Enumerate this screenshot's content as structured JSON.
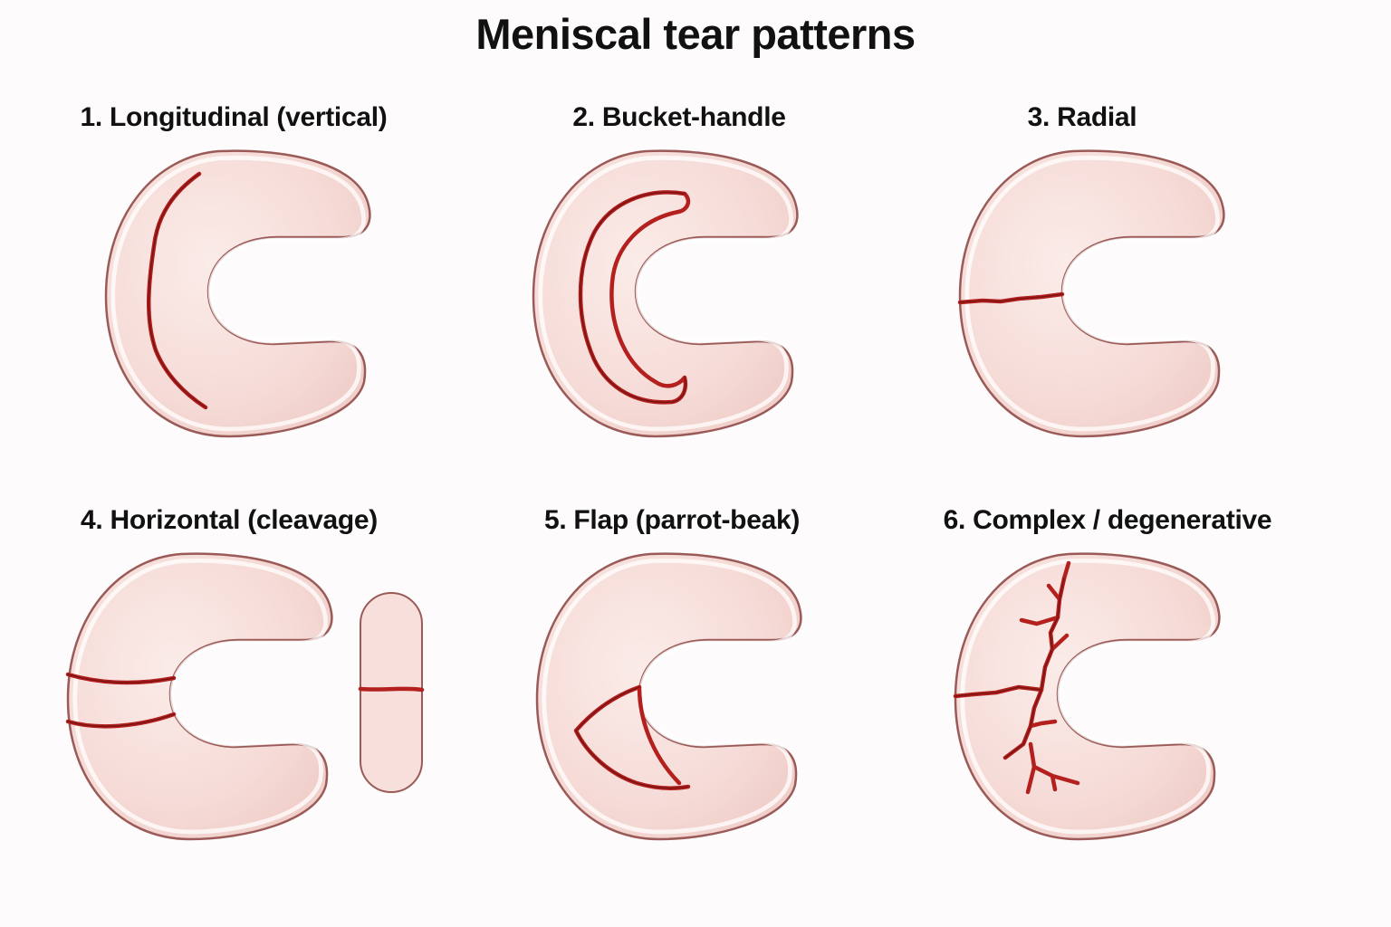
{
  "title": "Meniscal tear patterns",
  "panels": [
    {
      "label": "1. Longitudinal (vertical)"
    },
    {
      "label": "2. Bucket-handle"
    },
    {
      "label": "3. Radial"
    },
    {
      "label": "4. Horizontal (cleavage)"
    },
    {
      "label": "5. Flap (parrot-beak)"
    },
    {
      "label": "6. Complex / degenerative"
    }
  ],
  "colors": {
    "background": "#fdfbfb",
    "meniscus_fill": "#f7dcd9",
    "meniscus_outline": "#9a5b58",
    "tear": "#b3201e"
  }
}
